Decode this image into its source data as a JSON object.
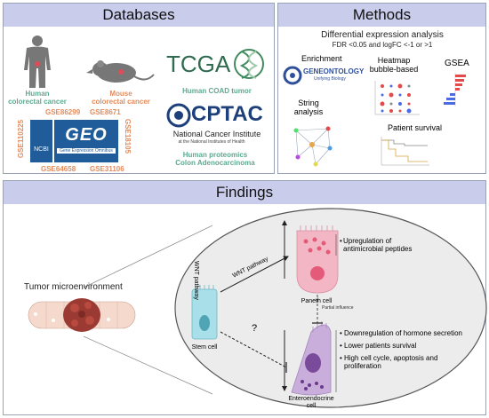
{
  "databases": {
    "title": "Databases",
    "human_label": "Human\ncolorectal cancer",
    "mouse_label": "Mouse\ncolorectal cancer",
    "tcga_logo": "TCGA",
    "tcga_label": "Human COAD tumor",
    "cptac_logo": "CPTAC",
    "nci_name": "National Cancer Institute",
    "nci_sub": "at the National Institutes of Health",
    "proteomics_label": "Human proteomics\nColon Adenocarcinoma",
    "geo_ids": {
      "top_left": "GSE86299",
      "top_right": "GSE8671",
      "left": "GSE110225",
      "right": "GSE18105",
      "bottom_left": "GSE64658",
      "bottom_right": "GSE31106"
    },
    "ncbi_text": "NCBI",
    "geo_text": "GEO",
    "geo_caption": "Gene Expression Omnibus"
  },
  "methods": {
    "title": "Methods",
    "dea_title": "Differential expression analysis",
    "dea_criteria": "FDR <0.05 and logFC <-1 or >1",
    "enrichment": "Enrichment",
    "gene_ontology": "GENEONTOLOGY",
    "gene_ontology_sub": "Unifying Biology",
    "heatmap": "Heatmap\nbubble-based",
    "gsea": "GSEA",
    "string": "String\nanalysis",
    "survival": "Patient survival"
  },
  "findings": {
    "title": "Findings",
    "tumor_micro": "Tumor microenvironment",
    "stem_cell": "Stem cell",
    "paneth_cell": "Paneth cell",
    "entero_cell": "Enteroendocrine\ncell",
    "wnt_upper": "WNT pathway",
    "wnt_vertical": "WNT pathway",
    "question": "?",
    "partial": "Partial influence",
    "paneth_bullets": [
      "Upregulation of\nantimicrobial peptides"
    ],
    "entero_bullets": [
      "Downregulation of hormone secretion",
      "Lower patients survival",
      "High cell cycle, apoptosis and\nproliferation"
    ]
  },
  "colors": {
    "header_bg": "#c9cdeb",
    "teal": "#5fa98e",
    "orange": "#e38b5c",
    "paneth": "#f3b6c4",
    "entero": "#c9aedb",
    "stem": "#a9dfe8"
  }
}
